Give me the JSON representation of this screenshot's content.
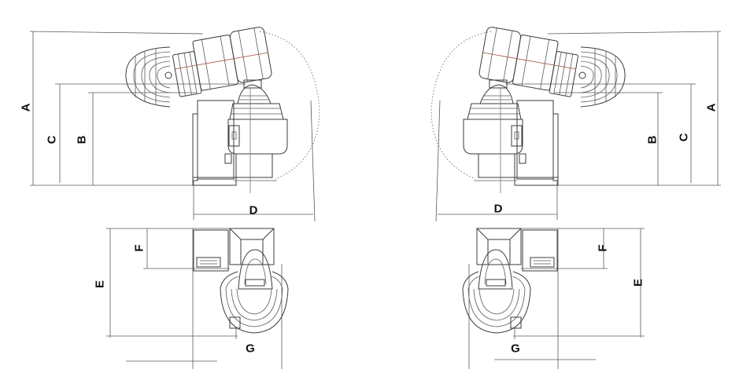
{
  "left_view": {
    "elevation": {
      "a": "A",
      "b": "B",
      "c": "C",
      "d": "D"
    },
    "plan": {
      "e": "E",
      "f": "F",
      "g": "G"
    }
  },
  "right_view": {
    "elevation": {
      "a": "A",
      "b": "B",
      "c": "C",
      "d": "D"
    },
    "plan": {
      "e": "E",
      "f": "F",
      "g": "G"
    }
  }
}
